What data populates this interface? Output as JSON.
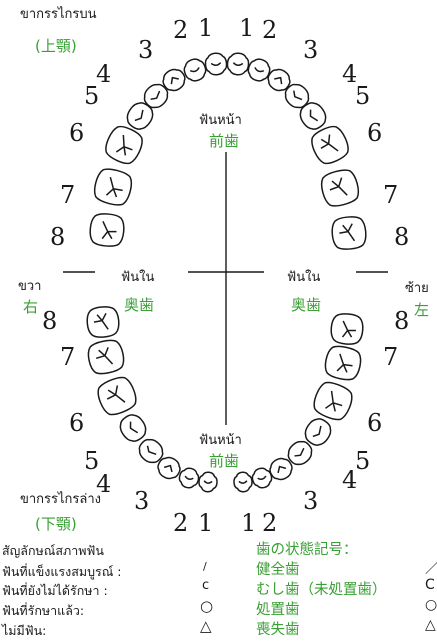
{
  "labels": {
    "upper_jaw_thai": "ขากรรไกรบน",
    "upper_jaw_jp": "(上顎)",
    "lower_jaw_thai": "ขากรรไกรล่าง",
    "lower_jaw_jp": "(下顎)",
    "front_teeth_thai": "ฟันหน้า",
    "front_teeth_jp": "前歯",
    "back_teeth_thai": "ฟันใน",
    "back_teeth_jp": "奥歯",
    "right_thai": "ขวา",
    "right_jp": "右",
    "left_thai": "ซ้าย",
    "left_jp": "左"
  },
  "tooth_numbers": [
    "1",
    "2",
    "3",
    "4",
    "5",
    "6",
    "7",
    "8"
  ],
  "legend": {
    "title_thai": "สัญลักษณ์สภาพฟัน",
    "title_jp": "歯の状態記号：",
    "items": [
      {
        "thai": "ฟันที่แข็งแรงสมบูรณ์ :",
        "symbol": "/",
        "jp": "健全歯",
        "cut_symbol": "／"
      },
      {
        "thai": "ฟันที่ยังไม่ได้รักษา :",
        "symbol": "c",
        "jp": "むし歯（未処置歯）",
        "cut_symbol": "C"
      },
      {
        "thai": "ฟันที่รักษาแล้ว:",
        "symbol": "○",
        "jp": "処置歯",
        "cut_symbol": "○"
      },
      {
        "thai": "ไม่มีฟัน:",
        "symbol": "△",
        "jp": "喪失歯",
        "cut_symbol": "△"
      }
    ]
  }
}
